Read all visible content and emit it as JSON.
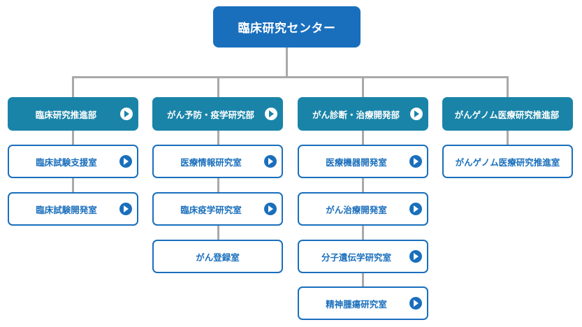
{
  "root": {
    "label": "臨床研究センター"
  },
  "departments": [
    {
      "label": "臨床研究推進部",
      "units": [
        {
          "label": "臨床試験支援室"
        },
        {
          "label": "臨床試験開発室"
        }
      ]
    },
    {
      "label": "がん予防・疫学研究部",
      "units": [
        {
          "label": "医療情報研究室"
        },
        {
          "label": "臨床疫学研究室"
        },
        {
          "label": "がん登録室"
        }
      ]
    },
    {
      "label": "がん診断・治療開発部",
      "units": [
        {
          "label": "医療機器開発室"
        },
        {
          "label": "がん治療開発室"
        },
        {
          "label": "分子遺伝学研究室"
        },
        {
          "label": "精神腫瘍研究室"
        }
      ]
    },
    {
      "label": "がんゲノム医療研究推進部",
      "units": [
        {
          "label": "がんゲノム医療研究推進室"
        }
      ]
    }
  ],
  "colors": {
    "root": "#1a6fbc",
    "department": "#1a84a8",
    "unit_border": "#1a6fbc",
    "connector": "#a9a9a9"
  },
  "icons": {
    "department_arrow": "play-circle-icon",
    "unit_arrow": "play-circle-icon"
  }
}
